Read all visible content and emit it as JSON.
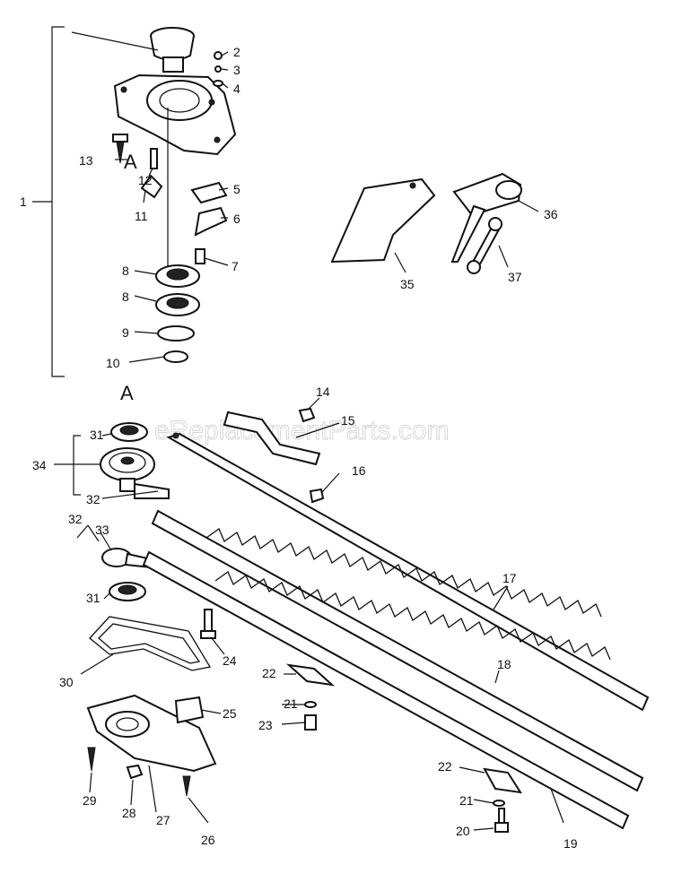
{
  "watermark": "eReplacementParts.com",
  "callouts": {
    "p1": "1",
    "p2": "2",
    "p3": "3",
    "p4": "4",
    "p5": "5",
    "p6": "6",
    "p7": "7",
    "p8a": "8",
    "p8b": "8",
    "p9": "9",
    "p10": "10",
    "p11": "11",
    "p12": "12",
    "p13": "13",
    "p14": "14",
    "p15": "15",
    "p16": "16",
    "p17": "17",
    "p18": "18",
    "p19": "19",
    "p20": "20",
    "p21a": "21",
    "p21b": "21",
    "p22a": "22",
    "p22b": "22",
    "p23": "23",
    "p24": "24",
    "p25": "25",
    "p26": "26",
    "p27": "27",
    "p28": "28",
    "p29": "29",
    "p30": "30",
    "p31a": "31",
    "p31b": "31",
    "p32a": "32",
    "p32b": "32",
    "p33": "33",
    "p34": "34",
    "p35": "35",
    "p36": "36",
    "p37": "37",
    "ref_a1": "A",
    "ref_a2": "A"
  }
}
